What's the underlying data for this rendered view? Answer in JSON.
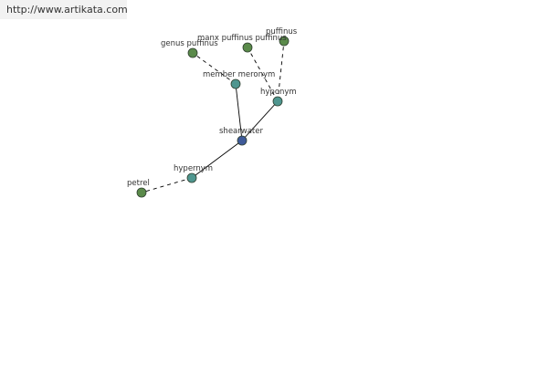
{
  "site": {
    "url": "http://www.artikata.com"
  },
  "graph": {
    "colors": {
      "central": "#3f5a99",
      "relation": "#4f968f",
      "term": "#5a8a4a",
      "node_stroke": "#2f3f2f",
      "edge": "#000000"
    },
    "nodes": [
      {
        "id": "shearwater",
        "label": "shearwater",
        "kind": "central"
      },
      {
        "id": "hypernym",
        "label": "hypernym",
        "kind": "relation"
      },
      {
        "id": "member_meronym",
        "label": "member meronym",
        "kind": "relation"
      },
      {
        "id": "hyponym",
        "label": "hyponym",
        "kind": "relation"
      },
      {
        "id": "petrel",
        "label": "petrel",
        "kind": "term"
      },
      {
        "id": "genus_puffinus",
        "label": "genus puffinus",
        "kind": "term"
      },
      {
        "id": "manx_puffinus_puffinus",
        "label": "manx puffinus puffinus",
        "kind": "term"
      },
      {
        "id": "puffinus",
        "label": "puffinus",
        "kind": "term"
      }
    ],
    "edges": [
      {
        "from": "shearwater",
        "to": "hypernym",
        "style": "solid"
      },
      {
        "from": "shearwater",
        "to": "member_meronym",
        "style": "solid"
      },
      {
        "from": "shearwater",
        "to": "hyponym",
        "style": "solid"
      },
      {
        "from": "hypernym",
        "to": "petrel",
        "style": "dashed"
      },
      {
        "from": "member_meronym",
        "to": "genus_puffinus",
        "style": "dashed"
      },
      {
        "from": "hyponym",
        "to": "manx_puffinus_puffinus",
        "style": "dashed"
      },
      {
        "from": "hyponym",
        "to": "puffinus",
        "style": "dashed"
      }
    ]
  }
}
